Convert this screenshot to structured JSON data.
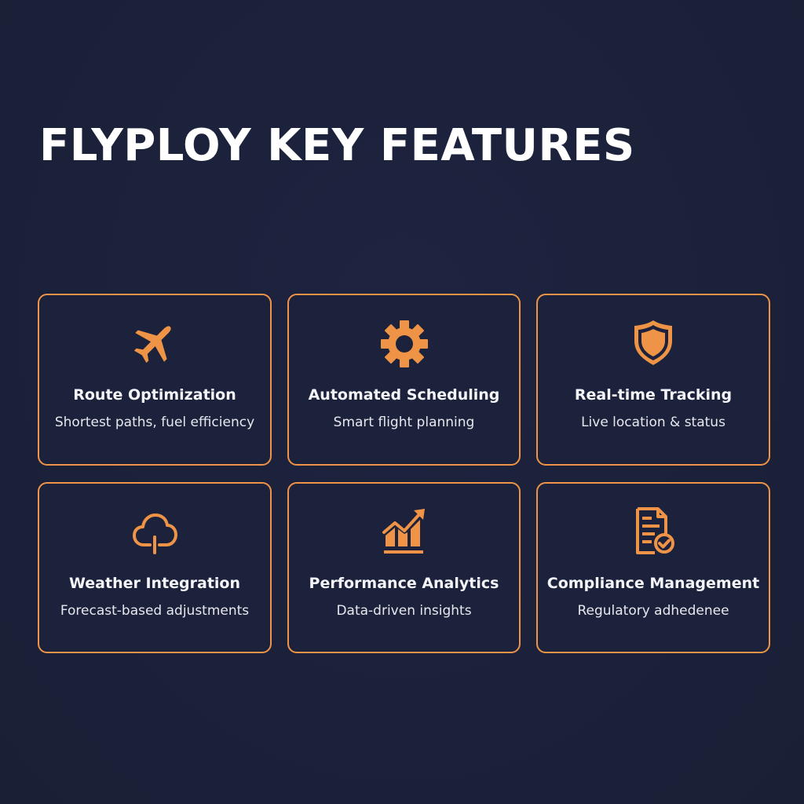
{
  "header": {
    "title": "FLYPLOY KEY FEATURES"
  },
  "theme": {
    "background": "#1b2139",
    "accent": "#ef9447",
    "text_primary": "#ffffff",
    "text_secondary": "#e6e8ee"
  },
  "features": [
    {
      "icon": "airplane-icon",
      "title": "Route Optimization",
      "description": "Shortest paths, fuel efficiency"
    },
    {
      "icon": "gear-icon",
      "title": "Automated Scheduling",
      "description": "Smart flight planning"
    },
    {
      "icon": "shield-icon",
      "title": "Real-time Tracking",
      "description": "Live location & status"
    },
    {
      "icon": "cloud-icon",
      "title": "Weather Integration",
      "description": "Forecast-based adjustments"
    },
    {
      "icon": "chart-growth-icon",
      "title": "Performance Analytics",
      "description": "Data-driven insights"
    },
    {
      "icon": "document-check-icon",
      "title": "Compliance Management",
      "description": "Regulatory adhedenee"
    }
  ]
}
